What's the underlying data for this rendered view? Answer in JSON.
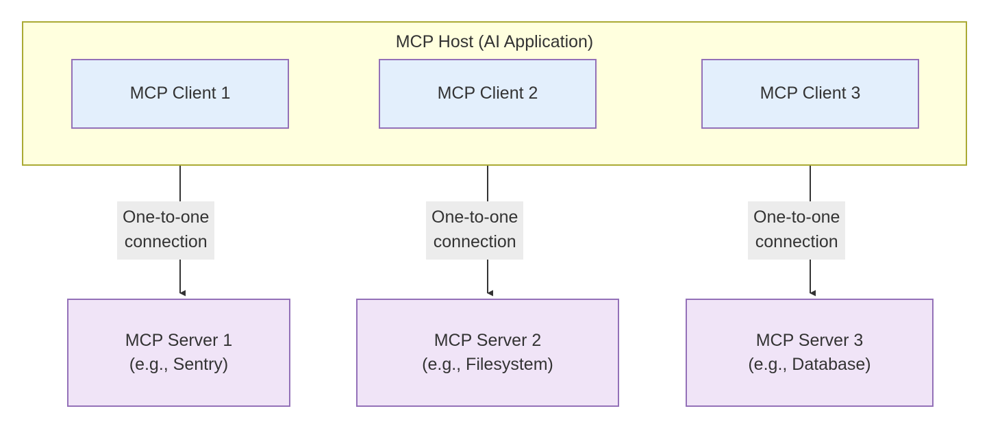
{
  "diagram": {
    "title": "MCP Host (AI Application)",
    "host": {
      "label": "MCP Host (AI Application)",
      "fill_color": "#ffffde",
      "border_color": "#aaaa33"
    },
    "clients": [
      {
        "id": "client-1",
        "label": "MCP Client 1"
      },
      {
        "id": "client-2",
        "label": "MCP Client 2"
      },
      {
        "id": "client-3",
        "label": "MCP Client 3"
      }
    ],
    "servers": [
      {
        "id": "server-1",
        "name": "MCP Server 1",
        "example": "(e.g., Sentry)"
      },
      {
        "id": "server-2",
        "name": "MCP Server 2",
        "example": "(e.g., Filesystem)"
      },
      {
        "id": "server-3",
        "name": "MCP Server 3",
        "example": "(e.g., Database)"
      }
    ],
    "connections": [
      {
        "id": "conn-1",
        "from": "client-1",
        "to": "server-1",
        "line1": "One-to-one",
        "line2": "connection"
      },
      {
        "id": "conn-2",
        "from": "client-2",
        "to": "server-2",
        "line1": "One-to-one",
        "line2": "connection"
      },
      {
        "id": "conn-3",
        "from": "client-3",
        "to": "server-3",
        "line1": "One-to-one",
        "line2": "connection"
      }
    ],
    "colors": {
      "client_fill": "#e3effc",
      "client_border": "#9370b8",
      "server_fill": "#f0e4f7",
      "server_border": "#9370b8",
      "edge_label_fill": "#ececec",
      "edge_line": "#333333",
      "text": "#333333",
      "background": "#ffffff"
    }
  }
}
